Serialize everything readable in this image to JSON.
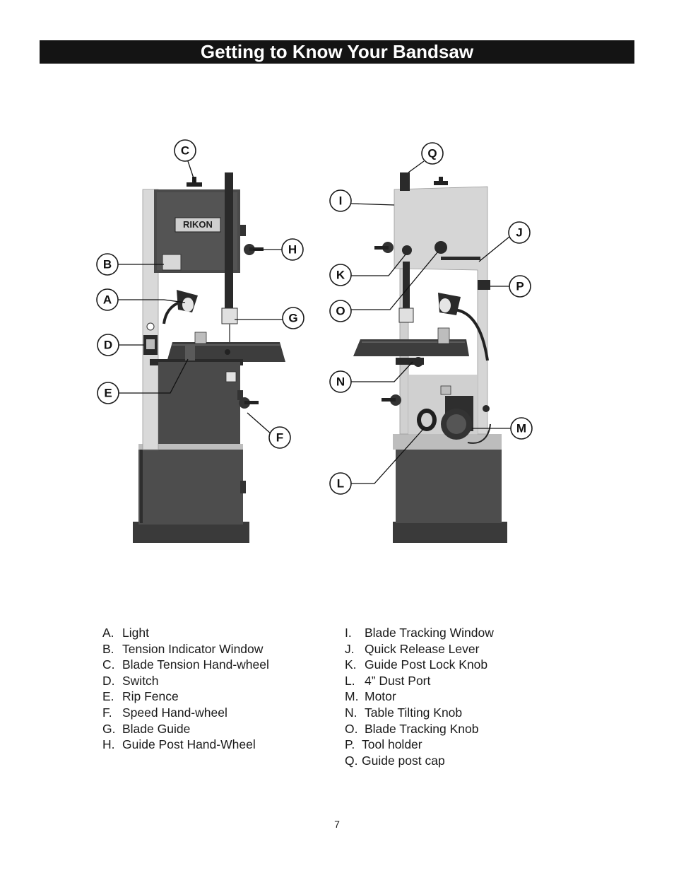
{
  "title": "Getting to Know Your Bandsaw",
  "brand_label": "RIKON",
  "callouts_left": [
    "C",
    "B",
    "A",
    "D",
    "E",
    "H",
    "G",
    "F"
  ],
  "callouts_right": [
    "Q",
    "I",
    "J",
    "K",
    "P",
    "O",
    "N",
    "M",
    "L"
  ],
  "legend_left": [
    {
      "key": "A.",
      "label": "Light"
    },
    {
      "key": "B.",
      "label": "Tension Indicator Window"
    },
    {
      "key": "C.",
      "label": "Blade Tension Hand-wheel"
    },
    {
      "key": "D.",
      "label": "Switch"
    },
    {
      "key": "E.",
      "label": "Rip Fence"
    },
    {
      "key": "F.",
      "label": "Speed Hand-wheel"
    },
    {
      "key": "G.",
      "label": "Blade Guide"
    },
    {
      "key": "H.",
      "label": "Guide Post Hand-Wheel"
    }
  ],
  "legend_right": [
    {
      "key": "I.",
      "label": "Blade Tracking Window"
    },
    {
      "key": "J.",
      "label": "Quick Release Lever"
    },
    {
      "key": "K.",
      "label": "Guide Post Lock Knob"
    },
    {
      "key": "L.",
      "label": "4” Dust Port"
    },
    {
      "key": "M.",
      "label": "Motor"
    },
    {
      "key": "N.",
      "label": "Table Tilting Knob"
    },
    {
      "key": "O.",
      "label": "Blade Tracking Knob"
    },
    {
      "key": "P.",
      "label": "Tool holder"
    },
    {
      "key": "Q.",
      "label": "Guide post cap"
    }
  ],
  "page_number": "7",
  "colors": {
    "title_bar": "#141414",
    "machine_dark": "#4a4a4a",
    "machine_light": "#d8d8d8"
  }
}
